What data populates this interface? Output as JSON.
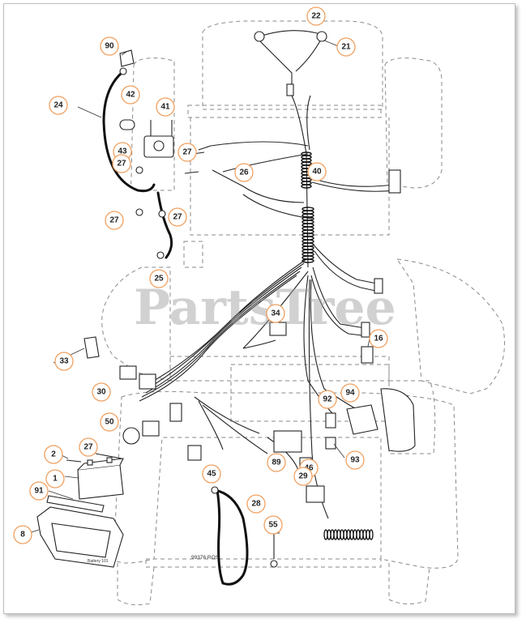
{
  "watermark": "PartsTree",
  "drawing_number": "99376 ROS",
  "battery_tray_label": "Battery 101",
  "callouts": [
    "22",
    "21",
    "90",
    "42",
    "41",
    "24",
    "43",
    "27",
    "27",
    "27",
    "27",
    "26",
    "40",
    "25",
    "34",
    "16",
    "33",
    "30",
    "92",
    "94",
    "50",
    "2",
    "27",
    "93",
    "89",
    "46",
    "29",
    "1",
    "45",
    "91",
    "28",
    "8",
    "55"
  ],
  "colors": {
    "callout_ring": "#f0a060",
    "watermark": "#9a9a9a",
    "line": "#222222",
    "outline": "#8a8a8a"
  }
}
